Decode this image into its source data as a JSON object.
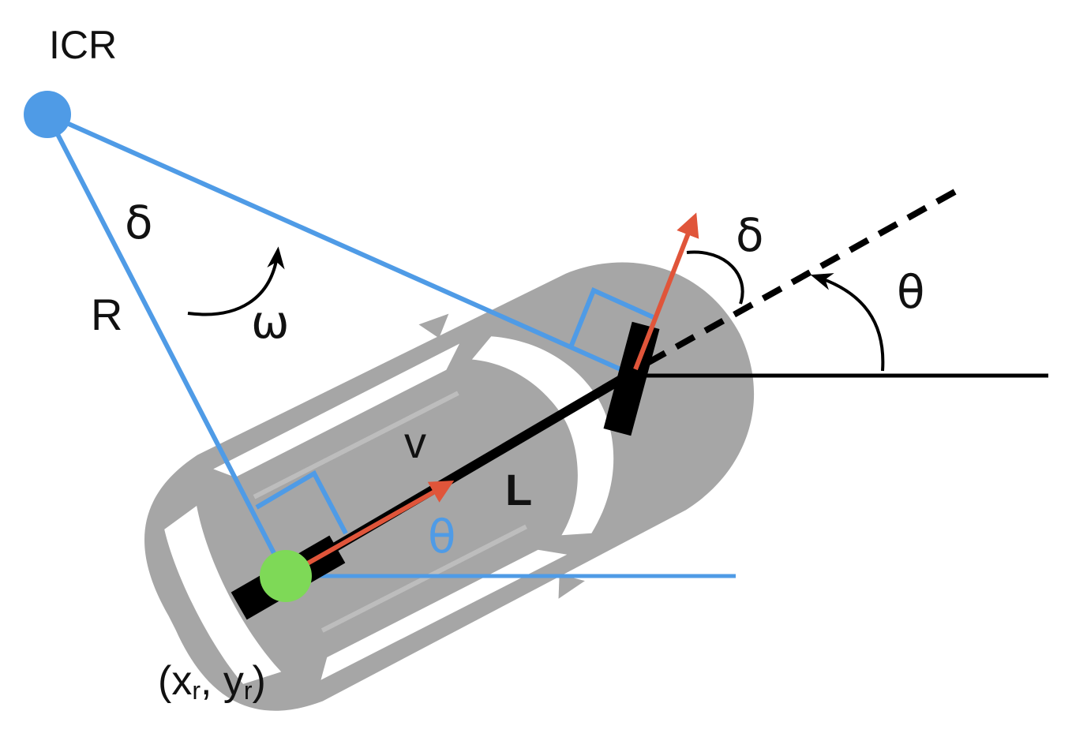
{
  "colors": {
    "background": "#ffffff",
    "car_body": "#a6a6a6",
    "car_glass": "#ffffff",
    "blue": "#4f9be6",
    "red": "#e0553a",
    "black": "#000000",
    "icr_point": "#4f9be6",
    "rear_point": "#7ed957"
  },
  "labels": {
    "icr": "ICR",
    "delta_top": "δ",
    "radius": "R",
    "omega": "ω",
    "delta_front": "δ",
    "theta_right": "θ",
    "velocity": "v",
    "wheelbase": "L",
    "theta_blue": "θ",
    "rear_position_open": "(x",
    "rear_position_x_sub": "r",
    "rear_position_sep": ", y",
    "rear_position_y_sub": "r",
    "rear_position_close": ")"
  },
  "icons": {
    "icr_point": "icr-point-icon",
    "rear_point": "rear-axle-point-icon",
    "car": "car-top-view-icon"
  }
}
